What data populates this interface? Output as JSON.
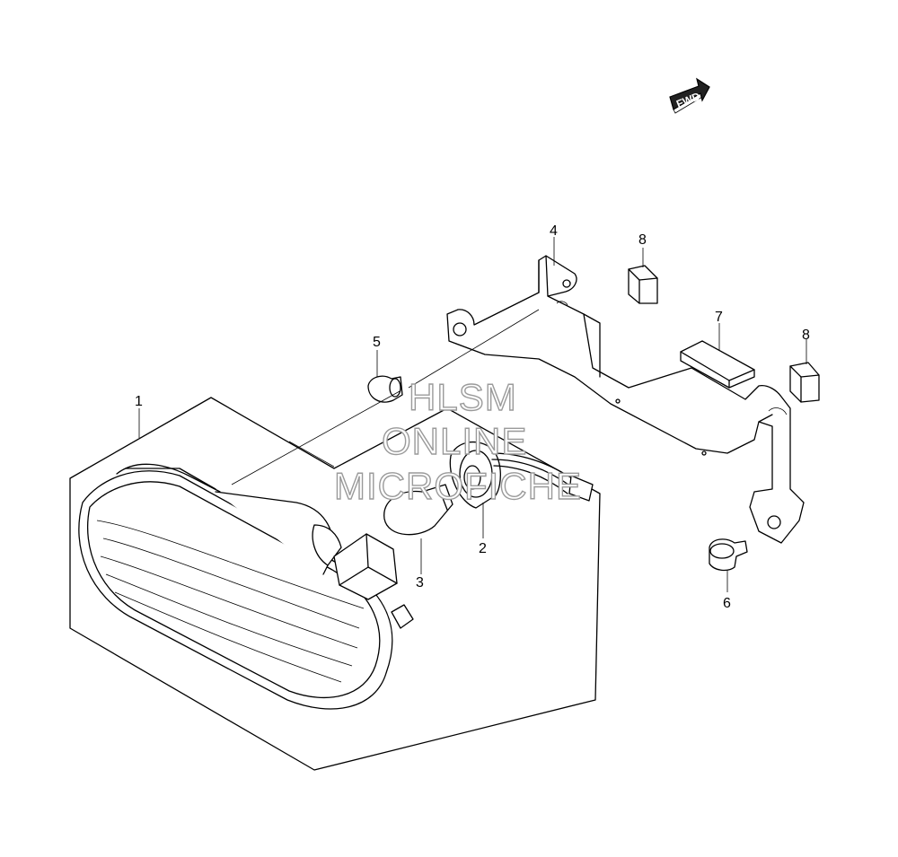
{
  "fwd_badge": {
    "label": "FWD"
  },
  "watermark": {
    "line1": "HLSM",
    "line2": "ONLINE",
    "line3": "MICROFICHE"
  },
  "callouts": [
    {
      "id": "1",
      "label": "1"
    },
    {
      "id": "2",
      "label": "2"
    },
    {
      "id": "3",
      "label": "3"
    },
    {
      "id": "4",
      "label": "4"
    },
    {
      "id": "5",
      "label": "5"
    },
    {
      "id": "6",
      "label": "6"
    },
    {
      "id": "7",
      "label": "7"
    },
    {
      "id": "8a",
      "label": "8"
    },
    {
      "id": "8b",
      "label": "8"
    }
  ]
}
